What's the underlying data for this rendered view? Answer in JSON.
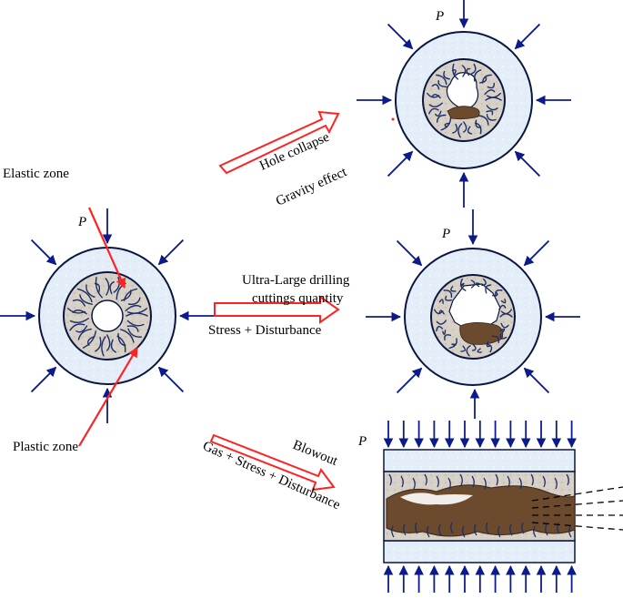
{
  "labels": {
    "elastic_zone": "Elastic zone",
    "plastic_zone": "Plastic zone",
    "pressure": "P",
    "hole_collapse": "Hole collapse",
    "gravity_effect": "Gravity effect",
    "ultra_large_line1": "Ultra-Large drilling",
    "ultra_large_line2": "cuttings quantity",
    "stress_disturbance": "Stress + Disturbance",
    "blowout": "Blowout",
    "gas_stress_disturbance": "Gas + Stress + Disturbance"
  },
  "colors": {
    "ring_outer": "#e4eef8",
    "ring_stroke": "#0b1640",
    "plastic_fill": "#c9c2b8",
    "fracture": "#1c2e66",
    "arrow_blue": "#0d1b8a",
    "arrow_red": "#ff2222",
    "cuttings": "#6b4a2e"
  }
}
